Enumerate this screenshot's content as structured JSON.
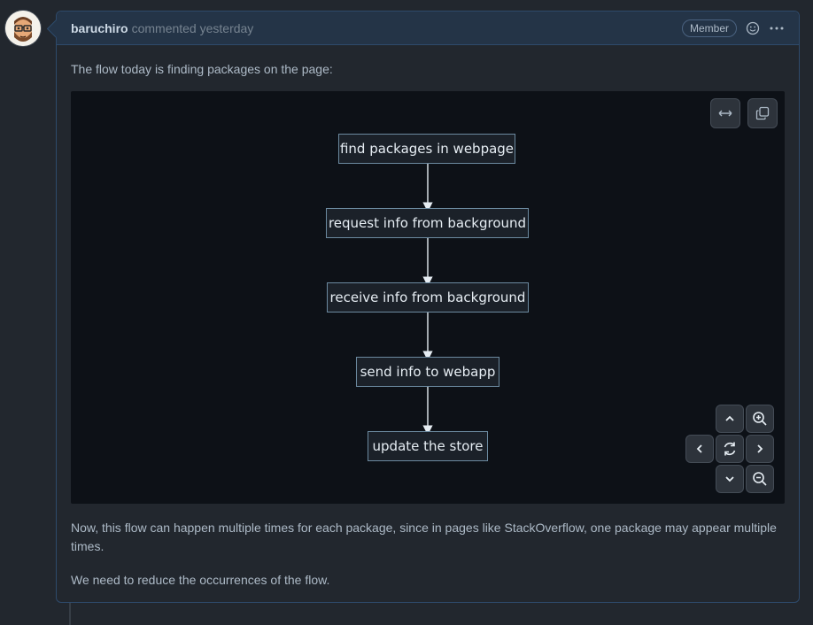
{
  "comment": {
    "author": "baruchiro",
    "meta": "commented yesterday",
    "badge": "Member",
    "paragraphs": [
      "The flow today is finding packages on the page:",
      "Now, this flow can happen multiple times for each package, since in pages like StackOverflow, one package may appear multiple times.",
      "We need to reduce the occurrences of the flow."
    ]
  },
  "diagram": {
    "nodes": [
      "find packages in webpage",
      "request info from background",
      "receive info from background",
      "send info to webapp",
      "update the store"
    ]
  },
  "icons": {
    "avatar": "avatar",
    "reaction": "smiley-icon",
    "more": "kebab-horizontal-icon",
    "expand": "arrows-horizontal-icon",
    "copy": "copy-icon",
    "pan_up": "chevron-up-icon",
    "pan_down": "chevron-down-icon",
    "pan_left": "chevron-left-icon",
    "pan_right": "chevron-right-icon",
    "zoom_in": "zoom-in-icon",
    "zoom_out": "zoom-out-icon",
    "reset": "reset-icon"
  },
  "colors": {
    "page_bg": "#22272e",
    "header_bg": "#243447",
    "border": "#2e4a6b",
    "diagram_bg": "#0d1117",
    "node_border": "#6c8aa0",
    "text": "#adbac7"
  }
}
